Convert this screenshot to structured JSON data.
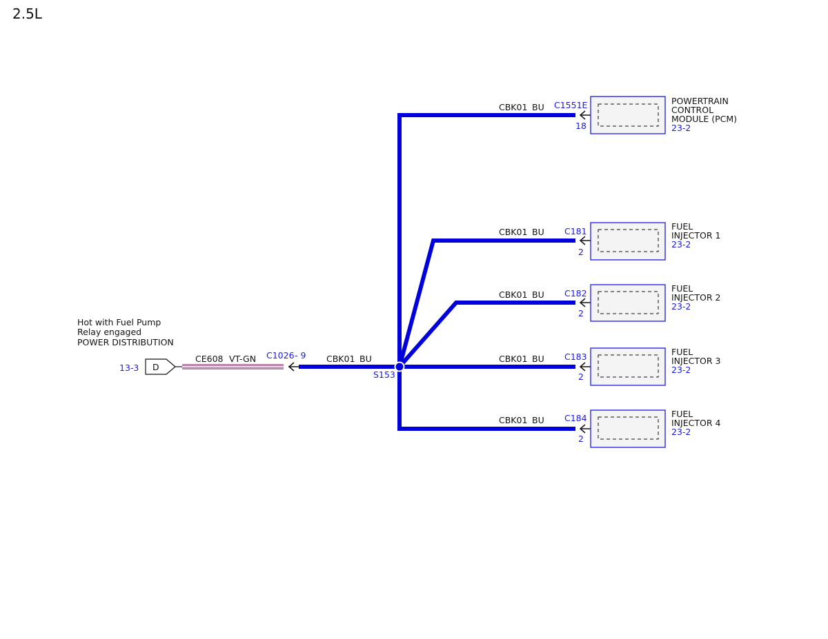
{
  "variant": "2.5L",
  "colors": {
    "wire": "#0000dd",
    "ref": "#1a1ae6",
    "text": "#111111",
    "module_fill": "#f2f2f2",
    "vt_gn": "#b07aa0"
  },
  "source": {
    "note_lines": [
      "Hot with Fuel Pump",
      "Relay engaged",
      "POWER DISTRIBUTION"
    ],
    "page_ref": "13-3",
    "connector_letter": "D",
    "circuit": "CE608",
    "color_code": "VT-GN",
    "inline_connector": "C1026",
    "inline_pin": "- 9"
  },
  "trunk": {
    "circuit": "CBK01",
    "color_code": "BU",
    "splice": "S153"
  },
  "branches": [
    {
      "circuit": "CBK01",
      "color_code": "BU",
      "connector": "C1551E",
      "pin": "18",
      "name_lines": [
        "POWERTRAIN",
        "CONTROL",
        "MODULE (PCM)"
      ],
      "page_ref": "23-2"
    },
    {
      "circuit": "CBK01",
      "color_code": "BU",
      "connector": "C181",
      "pin": "2",
      "name_lines": [
        "FUEL",
        "INJECTOR 1"
      ],
      "page_ref": "23-2"
    },
    {
      "circuit": "CBK01",
      "color_code": "BU",
      "connector": "C182",
      "pin": "2",
      "name_lines": [
        "FUEL",
        "INJECTOR 2"
      ],
      "page_ref": "23-2"
    },
    {
      "circuit": "CBK01",
      "color_code": "BU",
      "connector": "C183",
      "pin": "2",
      "name_lines": [
        "FUEL",
        "INJECTOR 3"
      ],
      "page_ref": "23-2"
    },
    {
      "circuit": "CBK01",
      "color_code": "BU",
      "connector": "C184",
      "pin": "2",
      "name_lines": [
        "FUEL",
        "INJECTOR 4"
      ],
      "page_ref": "23-2"
    }
  ]
}
